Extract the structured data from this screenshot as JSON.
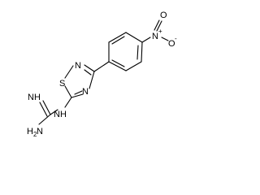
{
  "molecule": {
    "atoms": {
      "o_top": "O",
      "n_nitro": "N",
      "n_nitro_charge": "+",
      "o_minus": "O",
      "o_minus_charge": "-",
      "s_ring": "S",
      "n_ring_upper": "N",
      "n_ring_lower": "N",
      "nh_imine": "NH",
      "nh_link": "NH",
      "nh2_h": "H",
      "nh2_sub": "2",
      "nh2_n": "N"
    }
  }
}
